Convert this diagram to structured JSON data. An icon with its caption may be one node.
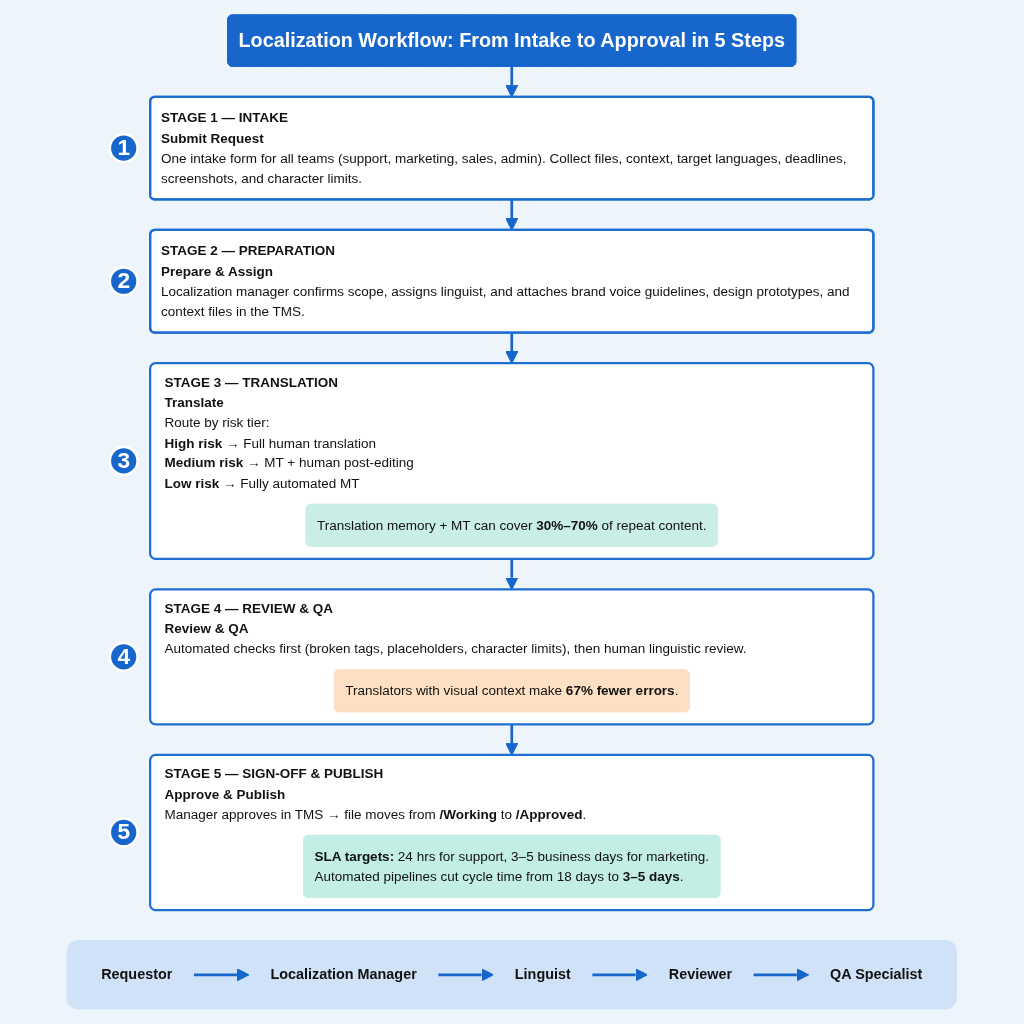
{
  "diagram": {
    "nodes": [
      {
        "text": [
          "Localization Workflow: From Intake to Approval in 5 Steps"
        ]
      },
      {
        "text": [
          "1"
        ]
      },
      {
        "text": [
          "STAGE 1 — INTAKE",
          "Submit Request",
          "One intake form for all teams (support, marketing, sales, admin). Collect files, context, target languages, deadlines, screenshots, and character limits."
        ]
      },
      {
        "text": [
          "2"
        ]
      },
      {
        "text": [
          "STAGE 2 — PREPARATION",
          "Prepare & Assign",
          "Localization manager confirms scope, assigns linguist, and attaches brand voice guidelines, design prototypes, and context files in the TMS."
        ]
      },
      {
        "text": [
          "3"
        ]
      },
      {
        "text": [
          "STAGE 3 — TRANSLATION",
          "Translate",
          "Route by risk tier:",
          "**High risk** → Full human translation",
          "**Medium risk** → MT + human post-editing",
          "**Low risk** → Fully automated MT"
        ]
      },
      {
        "text": [
          "Translation memory + MT can cover **30%–70%** of repeat content."
        ],
        "in": 6
      },
      {
        "text": [
          "4"
        ]
      },
      {
        "text": [
          "STAGE 4 — REVIEW & QA",
          "Review & QA",
          "Automated checks first (broken tags, placeholders, character limits), then human linguistic review."
        ]
      },
      {
        "text": [
          "Translators with visual context make **67% fewer errors**."
        ],
        "in": 9
      },
      {
        "text": [
          "5"
        ]
      },
      {
        "text": [
          "STAGE 5 — SIGN-OFF & PUBLISH",
          "Approve & Publish",
          "Manager approves in TMS → file moves from **/Working** to **/Approved**."
        ]
      },
      {
        "text": [
          "**SLA targets:** 24 hrs for support, 3–5 business days for marketing.",
          "Automated pipelines cut cycle time from 18 days to **3–5 days**."
        ],
        "in": 12
      },
      {
        "text": [],
        "shape": "box"
      },
      {
        "text": [
          "Requestor"
        ],
        "in": 14
      },
      {
        "text": [
          "Localization Manager"
        ],
        "in": 14
      },
      {
        "text": [
          "Linguist"
        ],
        "in": 14
      },
      {
        "text": [
          "Reviewer"
        ],
        "in": 14
      },
      {
        "text": [
          "QA Specialist"
        ],
        "in": 14
      }
    ],
    "edges": [
      {
        "from": 0,
        "to": 2,
        "arrow": "to"
      },
      {
        "from": 2,
        "to": 4,
        "arrow": "to"
      },
      {
        "from": 4,
        "to": 6,
        "arrow": "to"
      },
      {
        "from": 6,
        "to": 9,
        "arrow": "to"
      },
      {
        "from": 9,
        "to": 12,
        "arrow": "to"
      },
      {
        "from": 15,
        "to": 16,
        "arrow": "to"
      },
      {
        "from": 16,
        "to": 17,
        "arrow": "to"
      },
      {
        "from": 17,
        "to": 18,
        "arrow": "to"
      },
      {
        "from": 18,
        "to": 19,
        "arrow": "to"
      }
    ]
  }
}
